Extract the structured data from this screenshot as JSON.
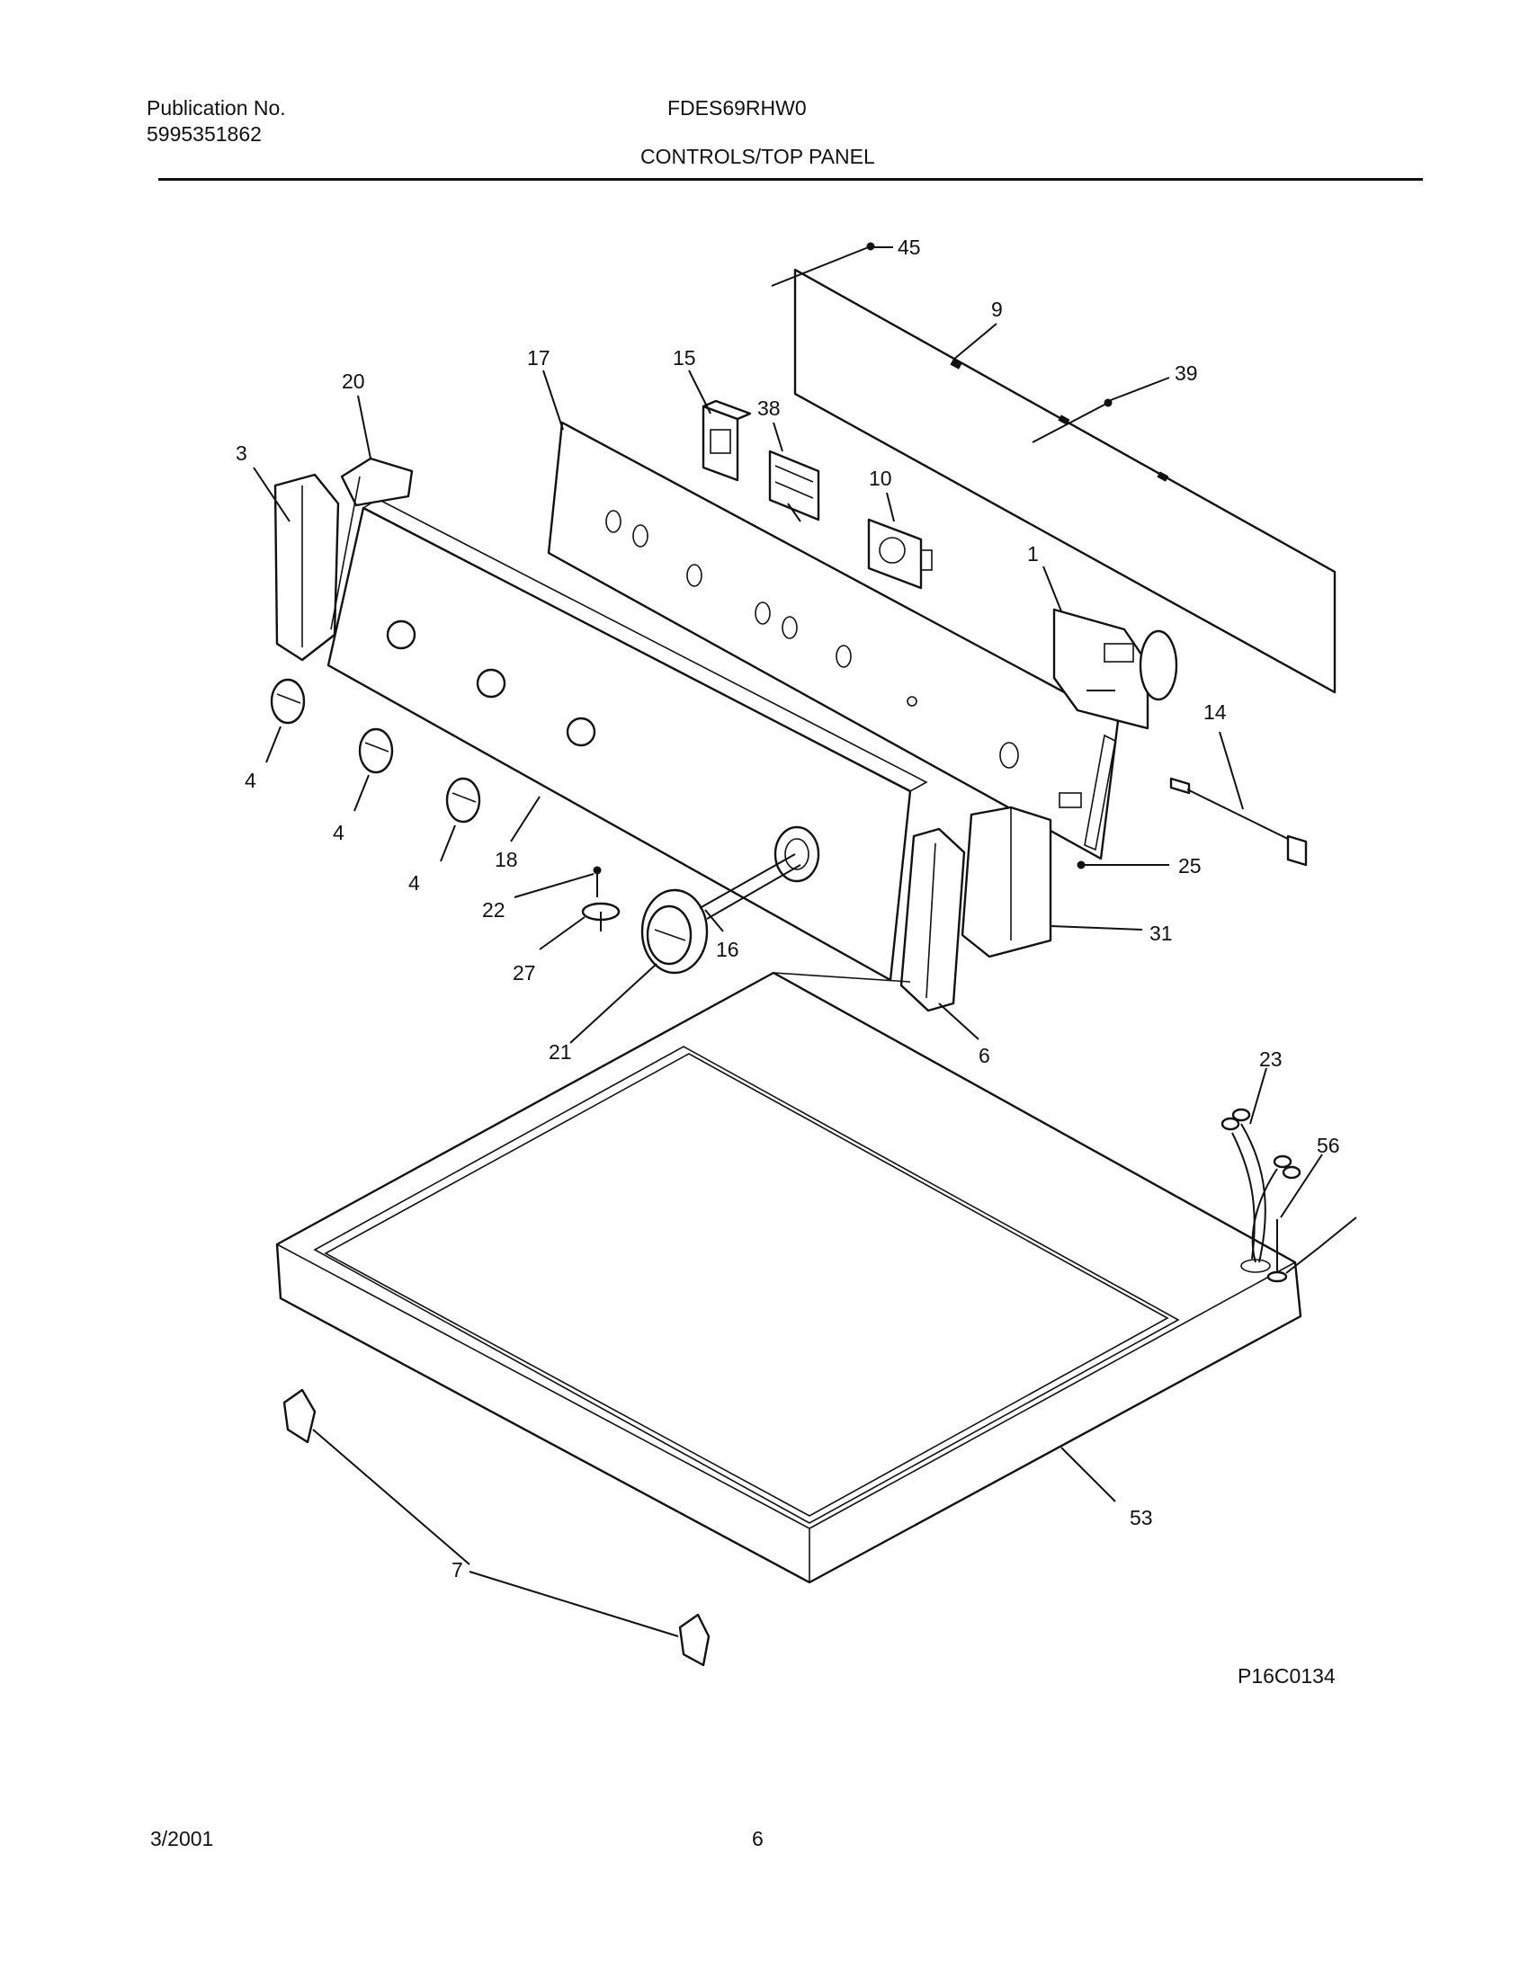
{
  "header": {
    "publication_label": "Publication No.",
    "publication_number": "5995351862",
    "model": "FDES69RHW0",
    "section_title": "CONTROLS/TOP PANEL"
  },
  "diagram": {
    "drawing_code": "P16C0134",
    "callouts": [
      "45",
      "9",
      "39",
      "20",
      "17",
      "15",
      "38",
      "10",
      "3",
      "1",
      "14",
      "4",
      "4",
      "4",
      "18",
      "25",
      "22",
      "16",
      "31",
      "27",
      "21",
      "6",
      "23",
      "56",
      "53",
      "7"
    ]
  },
  "footer": {
    "date": "3/2001",
    "page_number": "6"
  }
}
